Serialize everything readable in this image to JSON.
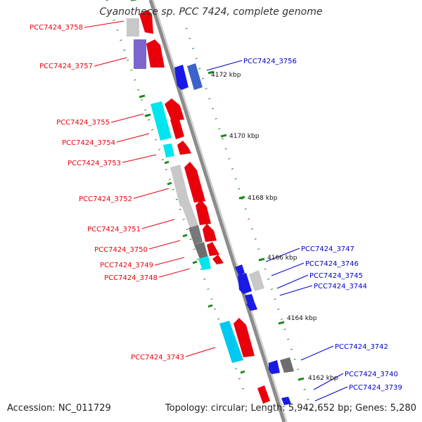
{
  "title": "Cyanothece sp. PCC 7424, complete genome",
  "footer": {
    "accession": "Accession: NC_011729",
    "summary": "Topology: circular; Length: 5,942,652 bp; Genes: 5,280"
  },
  "colors": {
    "forward_label": "#e8000b",
    "reverse_label": "#0000cc",
    "backbone": "#8c8c8c",
    "tick": "#1e8a1e"
  },
  "tick_labels": [
    "4172 kbp",
    "4170 kbp",
    "4168 kbp",
    "4166 kbp",
    "4164 kbp",
    "4162 kbp"
  ],
  "forward_genes": [
    "PCC7424_3758",
    "PCC7424_3757",
    "PCC7424_3755",
    "PCC7424_3754",
    "PCC7424_3753",
    "PCC7424_3752",
    "PCC7424_3751",
    "PCC7424_3750",
    "PCC7424_3749",
    "PCC7424_3748",
    "PCC7424_3743"
  ],
  "reverse_genes": [
    "PCC7424_3756",
    "PCC7424_3747",
    "PCC7424_3746",
    "PCC7424_3745",
    "PCC7424_3744",
    "PCC7424_3742",
    "PCC7424_3740",
    "PCC7424_3739"
  ]
}
